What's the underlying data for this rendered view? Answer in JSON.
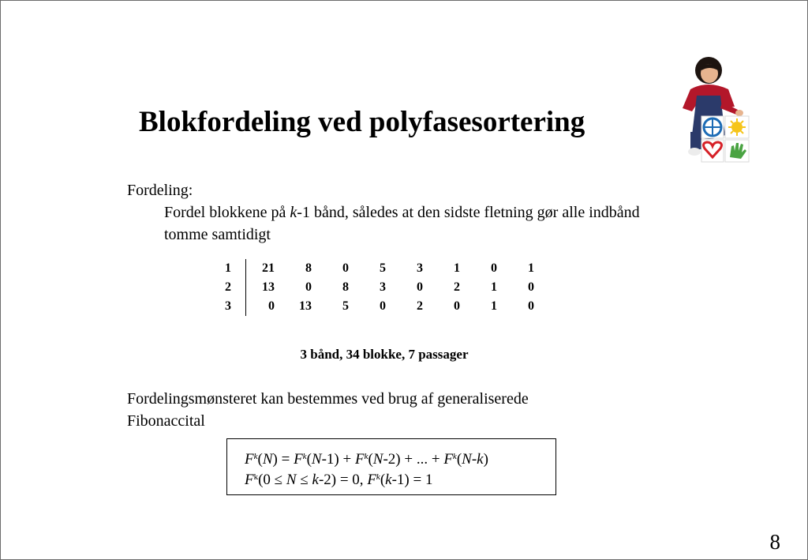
{
  "slide": {
    "title": "Blokfordeling ved polyfasesortering",
    "fordeling_label": "Fordeling:",
    "fordeling_pre": "Fordel blokkene på ",
    "fordeling_k": "k",
    "fordeling_post": "-1 bånd, således at den sidste fletning gør alle indbånd tomme samtidigt",
    "table": [
      {
        "tape": "1",
        "values": [
          "21",
          "8",
          "0",
          "5",
          "3",
          "1",
          "0",
          "1"
        ]
      },
      {
        "tape": "2",
        "values": [
          "13",
          "0",
          "8",
          "3",
          "0",
          "2",
          "1",
          "0"
        ]
      },
      {
        "tape": "3",
        "values": [
          "0",
          "13",
          "5",
          "0",
          "2",
          "0",
          "1",
          "0"
        ]
      }
    ],
    "summary": "3 bånd, 34 blokke, 7 passager",
    "fib_intro_line1": "Fordelingsmønsteret kan bestemmes ved brug af generaliserede",
    "fib_intro_line2": "Fibonaccital",
    "formula": {
      "F": "F",
      "k": "k",
      "N": "N",
      "t_open": "(",
      "t_close_eq": ") = ",
      "t_m1": "-1) + ",
      "t_m2": "-2) + ... + ",
      "t_mk": "-",
      "t_end": ")",
      "t_zero_open": "(0 ≤ ",
      "t_le": " ≤ ",
      "t_m2b": "-2) = 0, ",
      "t_k_m1": "-1) = 1"
    },
    "page_number": "8",
    "colors": {
      "heart": "#d62027",
      "globe": "#1c6bb5",
      "sun": "#f6c51b",
      "hand": "#4aa342"
    }
  }
}
